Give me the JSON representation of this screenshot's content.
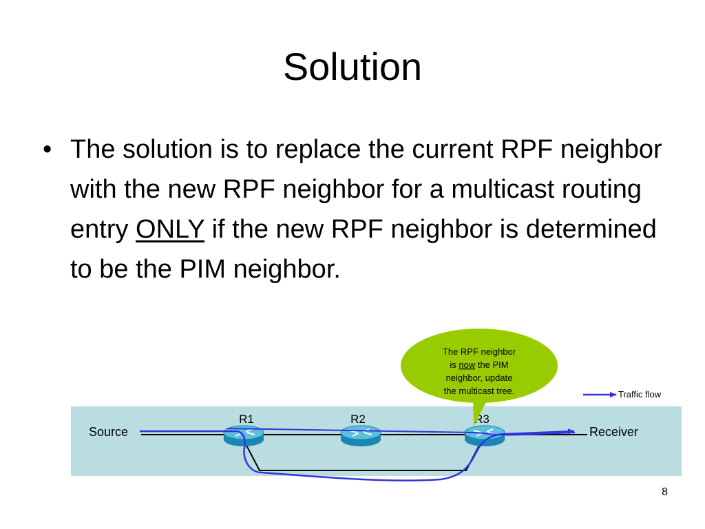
{
  "slide": {
    "title": "Solution",
    "bullet": {
      "before": "The solution is to replace the current RPF neighbor with the new RPF neighbor for a multicast routing entry ",
      "emphasis": "ONLY",
      "after": " if the new RPF neighbor is determined to be the PIM neighbor."
    },
    "page_number": "8"
  },
  "diagram": {
    "callout": {
      "line1": "The RPF neighbor",
      "line2_before": "is ",
      "line2_emph": "now",
      "line2_after": " the PIM",
      "line3": "neighbor, update",
      "line4": "the multicast tree."
    },
    "legend_label": "Traffic flow",
    "source_label": "Source",
    "receiver_label": "Receiver",
    "routers": [
      "R1",
      "R2",
      "R3"
    ],
    "colors": {
      "band": "#b9dde0",
      "callout": "#99cc00",
      "flow": "#3333dd",
      "router_top": "#5bbfdd",
      "router_side": "#1a86b5"
    }
  }
}
